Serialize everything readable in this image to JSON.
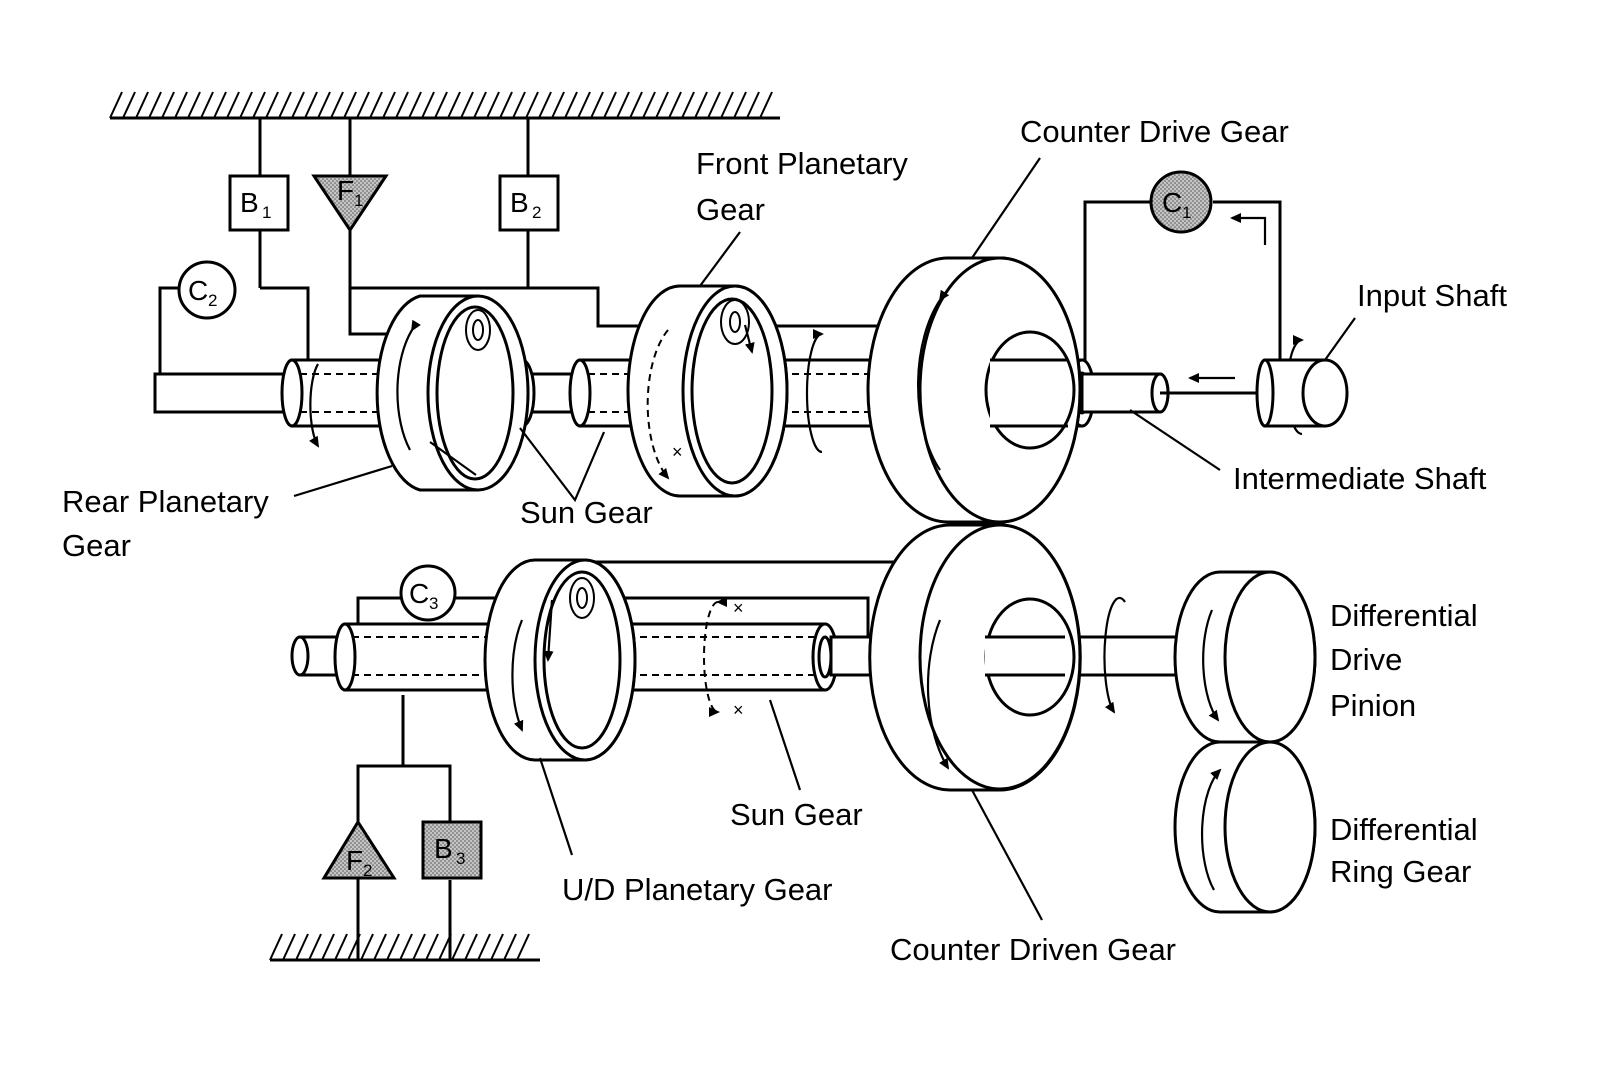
{
  "labels": {
    "counter_drive_gear": "Counter Drive Gear",
    "front_planetary_1": "Front Planetary",
    "front_planetary_2": "Gear",
    "input_shaft": "Input Shaft",
    "intermediate_shaft": "Intermediate Shaft",
    "rear_planetary_1": "Rear Planetary",
    "rear_planetary_2": "Gear",
    "sun_gear_upper": "Sun Gear",
    "sun_gear_lower": "Sun Gear",
    "ud_planetary_gear": "U/D Planetary Gear",
    "counter_driven_gear": "Counter Driven Gear",
    "diff_drive_pinion_1": "Differential",
    "diff_drive_pinion_2": "Drive",
    "diff_drive_pinion_3": "Pinion",
    "diff_ring_gear_1": "Differential",
    "diff_ring_gear_2": "Ring Gear"
  },
  "elements": {
    "b1": {
      "letter": "B",
      "sub": "1"
    },
    "b2": {
      "letter": "B",
      "sub": "2"
    },
    "b3": {
      "letter": "B",
      "sub": "3"
    },
    "c1": {
      "letter": "C",
      "sub": "1"
    },
    "c2": {
      "letter": "C",
      "sub": "2"
    },
    "c3": {
      "letter": "C",
      "sub": "3"
    },
    "f1": {
      "letter": "F",
      "sub": "1"
    },
    "f2": {
      "letter": "F",
      "sub": "2"
    }
  },
  "colors": {
    "ink": "#000000",
    "background": "#ffffff",
    "shaded_element": "#b5b5b5"
  }
}
